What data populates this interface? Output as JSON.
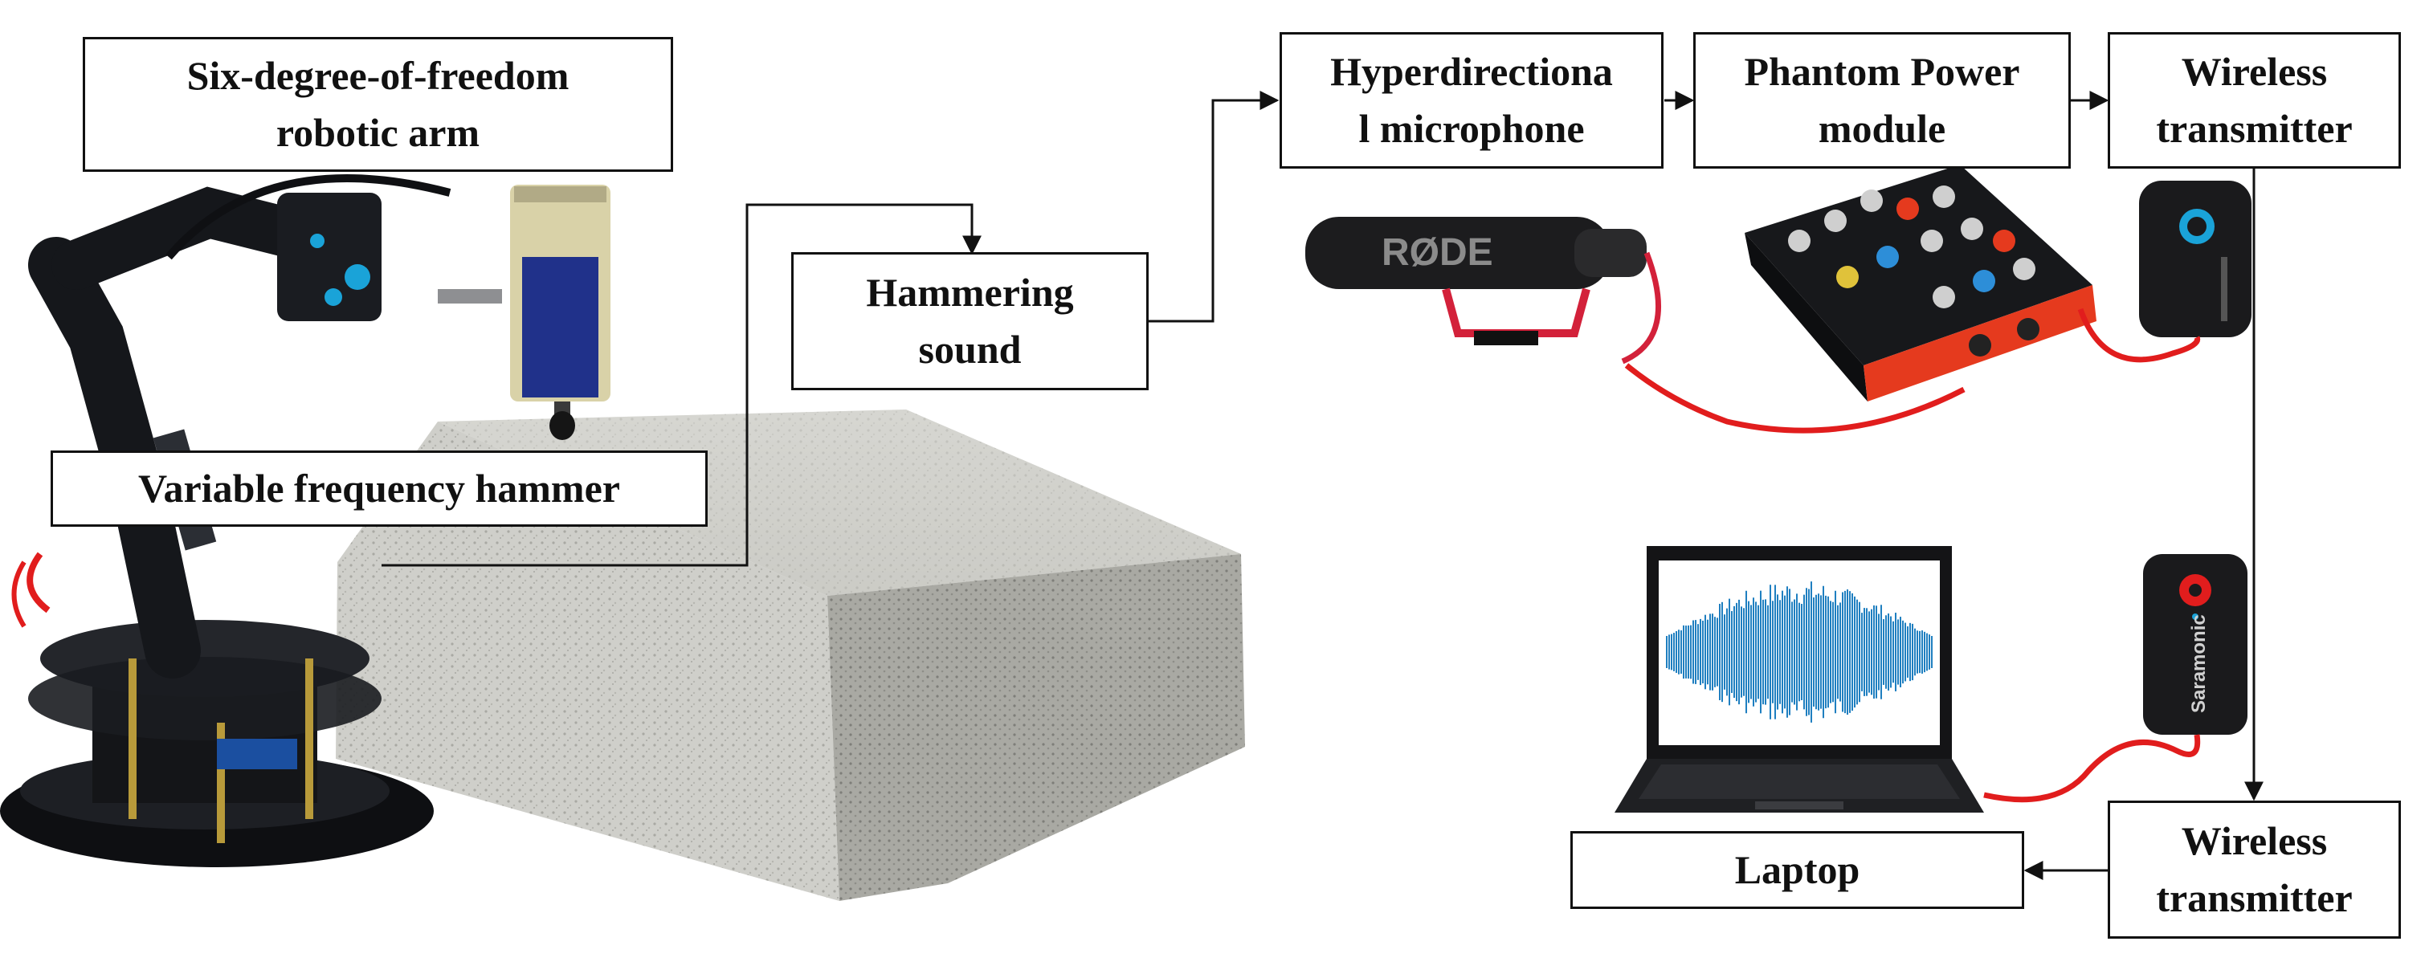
{
  "labels": {
    "robotic_arm": [
      "Six-degree-of-freedom",
      "robotic arm"
    ],
    "hammer": "Variable frequency hammer",
    "hammering_sound": [
      "Hammering",
      "sound"
    ],
    "microphone": [
      "Hyperdirectiona",
      "l microphone"
    ],
    "phantom_power": [
      "Phantom Power",
      "module"
    ],
    "transmitter_top": [
      "Wireless",
      "transmitter"
    ],
    "transmitter_bottom": [
      "Wireless",
      "transmitter"
    ],
    "laptop": "Laptop"
  },
  "device_text": {
    "mic_brand": "RØDE",
    "receiver_brand": "Saramonic"
  },
  "colors": {
    "cable": "#e11d1d",
    "arm": "#15171b",
    "arm_accent": "#1aa3d8",
    "block": "#c9c9c4",
    "waveform": "#1f7fc0",
    "mixer_accent": "#e53a1e"
  }
}
